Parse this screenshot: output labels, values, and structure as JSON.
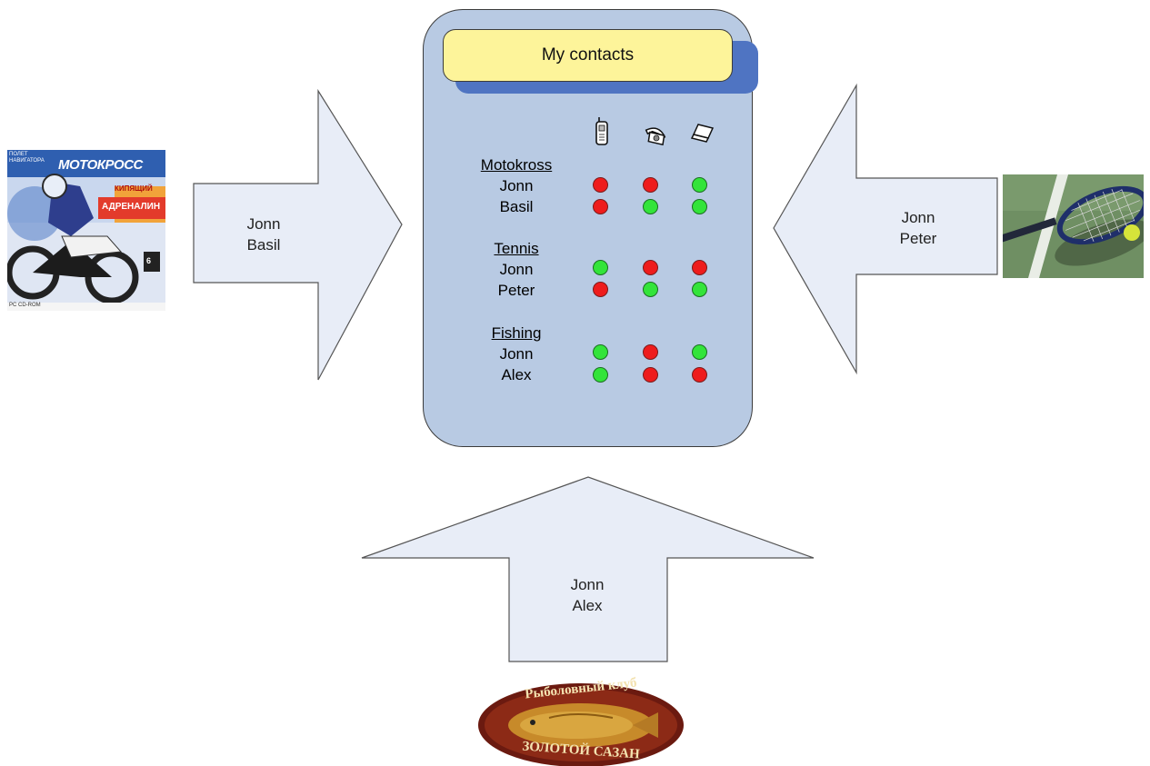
{
  "title": "My contacts",
  "header_icons": [
    "mobile-phone-icon",
    "desk-phone-icon",
    "laptop-icon"
  ],
  "groups": [
    {
      "name": "Motokross",
      "contacts": [
        {
          "name": "Jonn",
          "status": [
            "red",
            "red",
            "green"
          ]
        },
        {
          "name": "Basil",
          "status": [
            "red",
            "green",
            "green"
          ]
        }
      ]
    },
    {
      "name": "Tennis",
      "contacts": [
        {
          "name": "Jonn",
          "status": [
            "green",
            "red",
            "red"
          ]
        },
        {
          "name": "Peter",
          "status": [
            "red",
            "green",
            "green"
          ]
        }
      ]
    },
    {
      "name": "Fishing",
      "contacts": [
        {
          "name": "Jonn",
          "status": [
            "green",
            "red",
            "green"
          ]
        },
        {
          "name": "Alex",
          "status": [
            "green",
            "red",
            "red"
          ]
        }
      ]
    }
  ],
  "arrows": {
    "left": {
      "line1": "Jonn",
      "line2": "Basil"
    },
    "right": {
      "line1": "Jonn",
      "line2": "Peter"
    },
    "bottom": {
      "line1": "Jonn",
      "line2": "Alex"
    }
  },
  "images": {
    "moto": {
      "title_text": "МОТОКРОСС",
      "top_text": "ПОЛЕТ НАВИГАТОРА",
      "sub1": "КИПЯЩИЙ",
      "sub2": "АДРЕНАЛИН",
      "badge": "6",
      "footer": "PC CD-ROM"
    },
    "fish": {
      "top_text": "Рыболовный клуб",
      "bottom_text": "ЗОЛОТОЙ САЗАН"
    }
  },
  "colors": {
    "panel": "#b8cae3",
    "title_box": "#fdf49a",
    "title_shadow": "#4f74c2",
    "arrow_fill": "#e8edf7",
    "status_red": "#ee1c1c",
    "status_green": "#33e43a"
  }
}
